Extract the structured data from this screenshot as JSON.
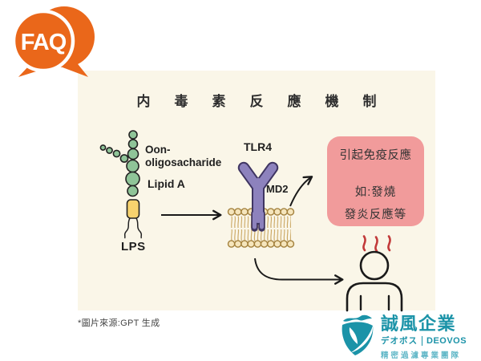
{
  "faq_badge": {
    "label": "FAQ",
    "color": "#EA671A"
  },
  "panel": {
    "title": "内毒素反應機制",
    "background": "#FAF6E8"
  },
  "lps": {
    "label_line1": "Oon-",
    "label_line2": "oligosacharide",
    "lipid_a_label": "Lipid A",
    "name_label": "LPS",
    "sugar_color": "#8FC498",
    "lipid_color": "#F7D26E"
  },
  "receptor": {
    "tlr4_label": "TLR4",
    "md2_label": "MD2",
    "color": "#8D82BD"
  },
  "membrane": {
    "head_color": "#F5E5BC",
    "outline_color": "#A3803C"
  },
  "immune_box": {
    "line1": "引起免疫反應",
    "line2": "如:發燒",
    "line3": "發炎反應等",
    "background": "#F19B9B"
  },
  "person": {
    "heat_color": "#C23A3A"
  },
  "footer": {
    "source_note": "*圖片來源:GPT 生成"
  },
  "company_logo": {
    "name": "誠風企業",
    "jp": "デオボス",
    "en": "DEOVOS",
    "tagline": "精密過濾專業團隊",
    "color": "#1B93A8"
  }
}
